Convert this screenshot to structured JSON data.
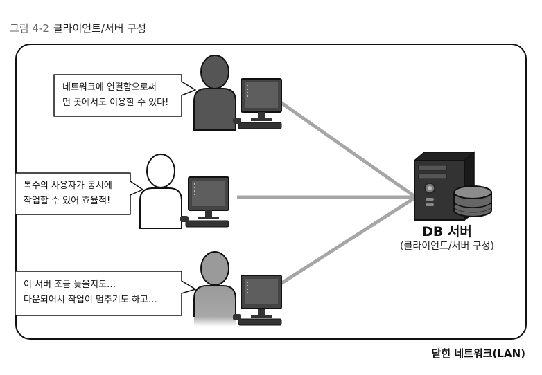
{
  "figure": {
    "number": "그림 4-2",
    "title": "클라이언트/서버 구성"
  },
  "clients": [
    {
      "lines": [
        "네트워크에 연결함으로써",
        "먼 곳에서도 이용할 수 있다!"
      ],
      "figure_color": "#555555"
    },
    {
      "lines": [
        "복수의 사용자가 동시에",
        "작업할 수 있어 효율적!"
      ],
      "figure_color": "#ffffff"
    },
    {
      "lines": [
        "이 서버 조금 늦을지도…",
        "다운되어서 작업이 멈추기도 하고…"
      ],
      "figure_color": "#9a9a9a"
    }
  ],
  "server": {
    "title": "DB 서버",
    "subtitle": "(클라이언트/서버 구성)"
  },
  "network_label": "닫힌 네트워크(LAN)",
  "colors": {
    "connection_line": "#a6a6a6",
    "frame_border": "#111111"
  }
}
